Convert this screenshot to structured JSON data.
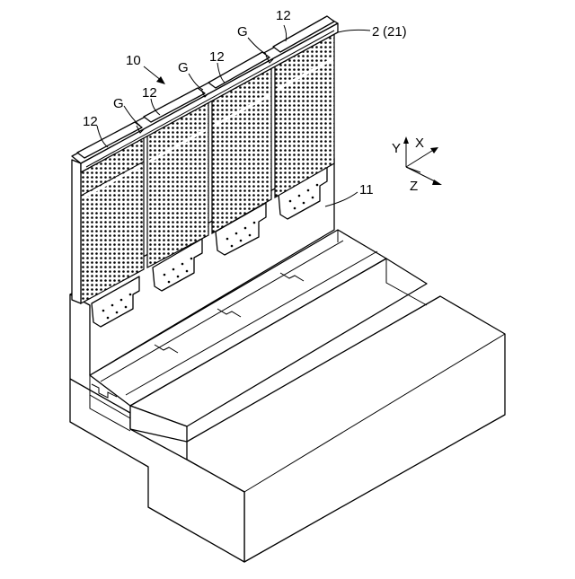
{
  "figure": {
    "labels": {
      "apparatus": "10",
      "wall": "2",
      "wall_part": "(21)",
      "base": "11",
      "panel": "12",
      "gap": "G"
    },
    "axes": {
      "y": "Y",
      "x": "X",
      "z": "Z"
    }
  }
}
